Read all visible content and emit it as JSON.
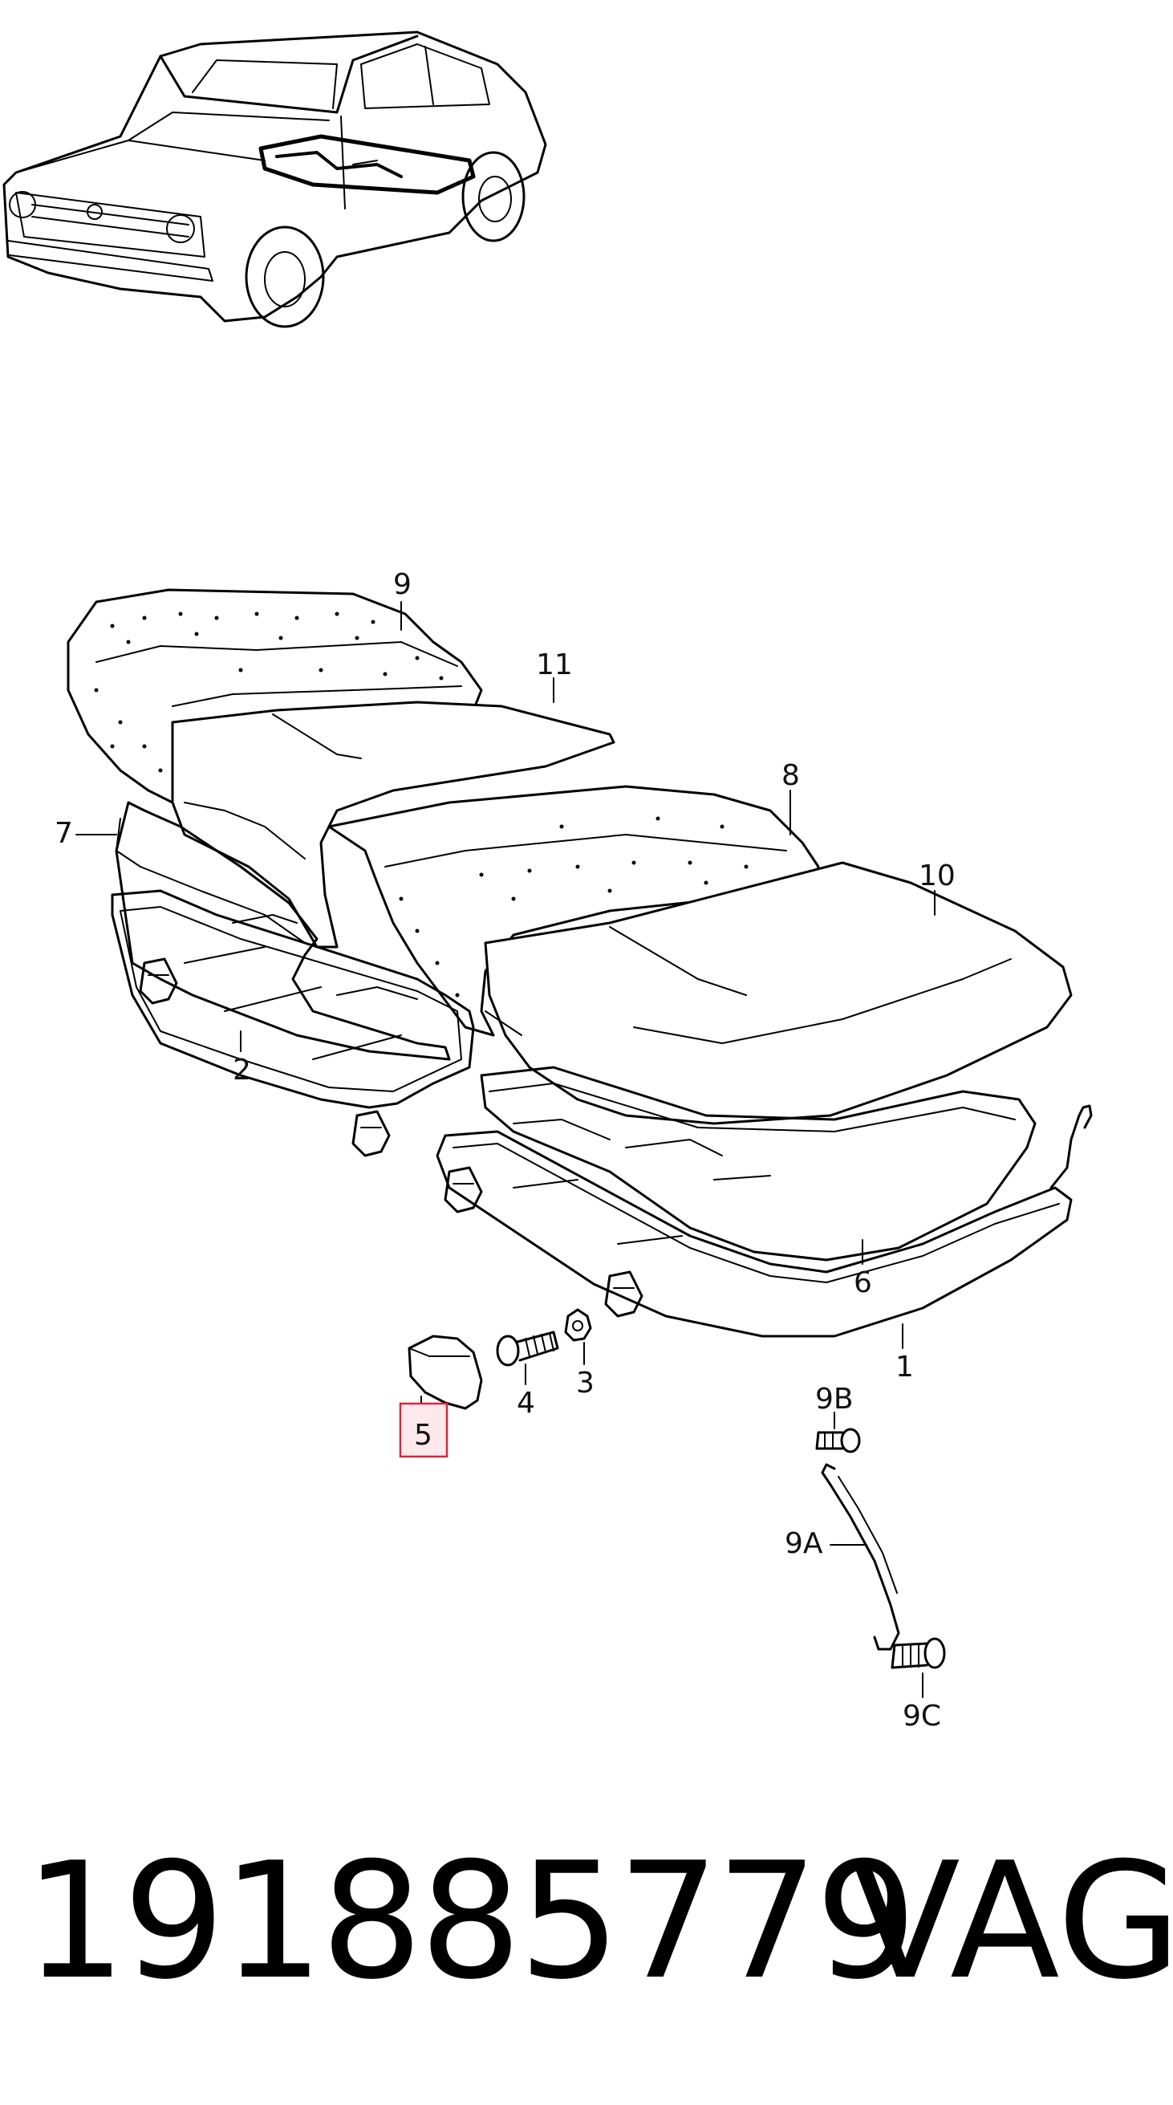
{
  "callouts": {
    "c9": "9",
    "c11": "11",
    "c8": "8",
    "c10": "10",
    "c7": "7",
    "c2": "2",
    "c6": "6",
    "c1": "1",
    "c3": "3",
    "c4": "4",
    "c5": "5",
    "c9b": "9B",
    "c9a": "9A",
    "c9c": "9C"
  },
  "highlighted_callout": "5",
  "colors": {
    "line": "#000000",
    "highlight_fill": "#fde8ec",
    "highlight_stroke": "#d9263c"
  },
  "footer": {
    "part_number": "191885779",
    "brand": "VAG"
  }
}
